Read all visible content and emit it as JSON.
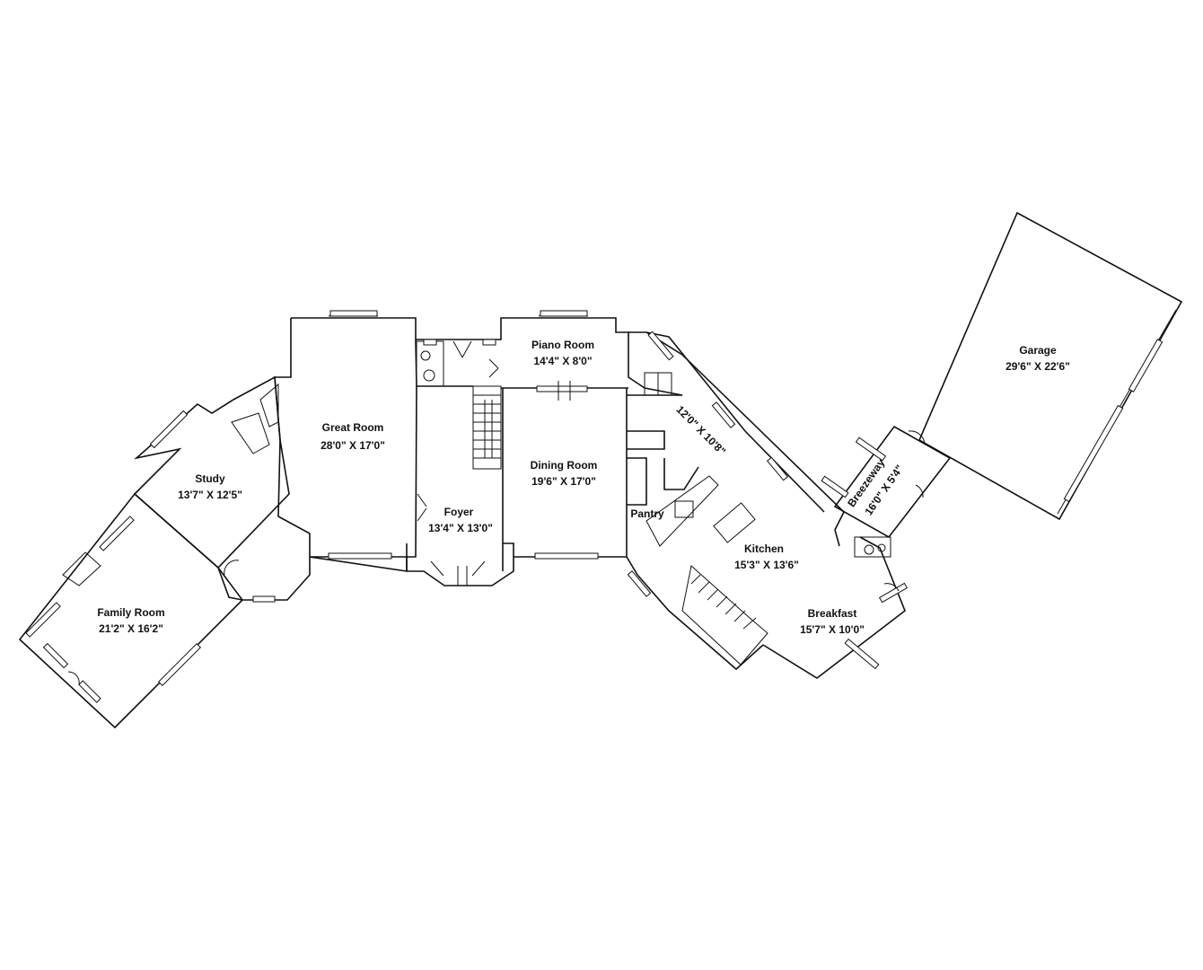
{
  "rooms": {
    "garage": {
      "name": "Garage",
      "size": "29'6\" X 22'6\""
    },
    "piano_room": {
      "name": "Piano Room",
      "size": "14'4\" X 8'0\""
    },
    "great_room": {
      "name": "Great Room",
      "size": "28'0\" X 17'0\""
    },
    "study": {
      "name": "Study",
      "size": "13'7\" X 12'5\""
    },
    "dining_room": {
      "name": "Dining Room",
      "size": "19'6\" X 17'0\""
    },
    "foyer": {
      "name": "Foyer",
      "size": "13'4\" X 13'0\""
    },
    "pantry": {
      "name": "Pantry"
    },
    "kitchen": {
      "name": "Kitchen",
      "size": "15'3\" X 13'6\""
    },
    "laundry": {
      "size": "12'0\" X 10'8\""
    },
    "breezeway": {
      "name": "Breezeway",
      "size": "16'0\" X 5'4\""
    },
    "breakfast": {
      "name": "Breakfast",
      "size": "15'7\" X 10'0\""
    },
    "family_room": {
      "name": "Family Room",
      "size": "21'2\" X 16'2\""
    }
  }
}
